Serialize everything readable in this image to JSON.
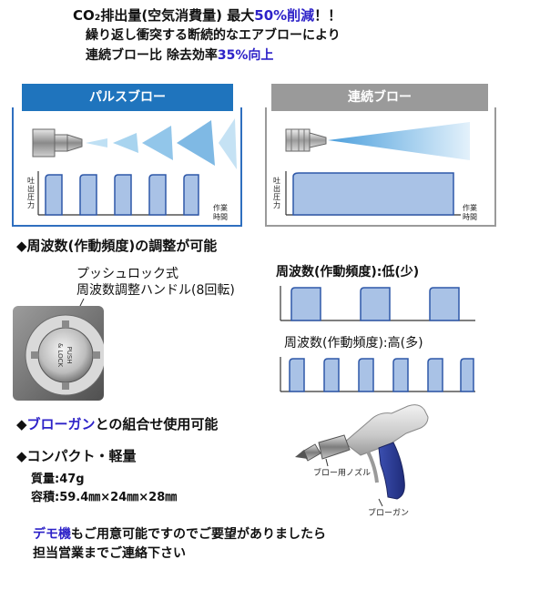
{
  "header": {
    "line1_a": "CO₂排出量(空気消費量) 最大",
    "line1_b": "50%削減",
    "line1_c": "！！",
    "line2": "繰り返し衝突する断続的なエアブローにより",
    "line3_a": "連続ブロー比 除去効率",
    "line3_b": "35%向上"
  },
  "pulse_panel": {
    "title": "パルスブロー",
    "y_axis": "吐出圧力",
    "x_axis_1": "作業",
    "x_axis_2": "時間"
  },
  "continuous_panel": {
    "title": "連続ブロー",
    "y_axis": "吐出圧力",
    "x_axis_1": "作業",
    "x_axis_2": "時間"
  },
  "frequency_section": {
    "heading": "◆周波数(作動頻度)の調整が可能",
    "callout_line1": "プッシュロック式",
    "callout_line2": "周波数調整ハンドル(8回転)",
    "low_label": "周波数(作動頻度):低(少)",
    "high_label": "周波数(作動頻度):高(多)"
  },
  "combo_section": {
    "prefix": "◆",
    "highlight": "ブローガン",
    "suffix": "との組合せ使用可能",
    "nozzle_label": "ブロー用ノズル",
    "gun_label": "ブローガン"
  },
  "compact_section": {
    "heading": "◆コンパクト・軽量",
    "mass": "質量:47g",
    "volume": "容積:59.4㎜×24㎜×28㎜"
  },
  "demo": {
    "highlight": "デモ機",
    "line1_rest": "もご用意可能ですのでご要望がありましたら",
    "line2": "担当営業までご連絡下さい"
  },
  "colors": {
    "accent_blue": "#2d22c8",
    "pulse_title_bg": "#1f74bd",
    "continuous_title_bg": "#9a9a9a",
    "wave_fill": "#a9c2e6",
    "wave_stroke": "#2f58a8"
  }
}
